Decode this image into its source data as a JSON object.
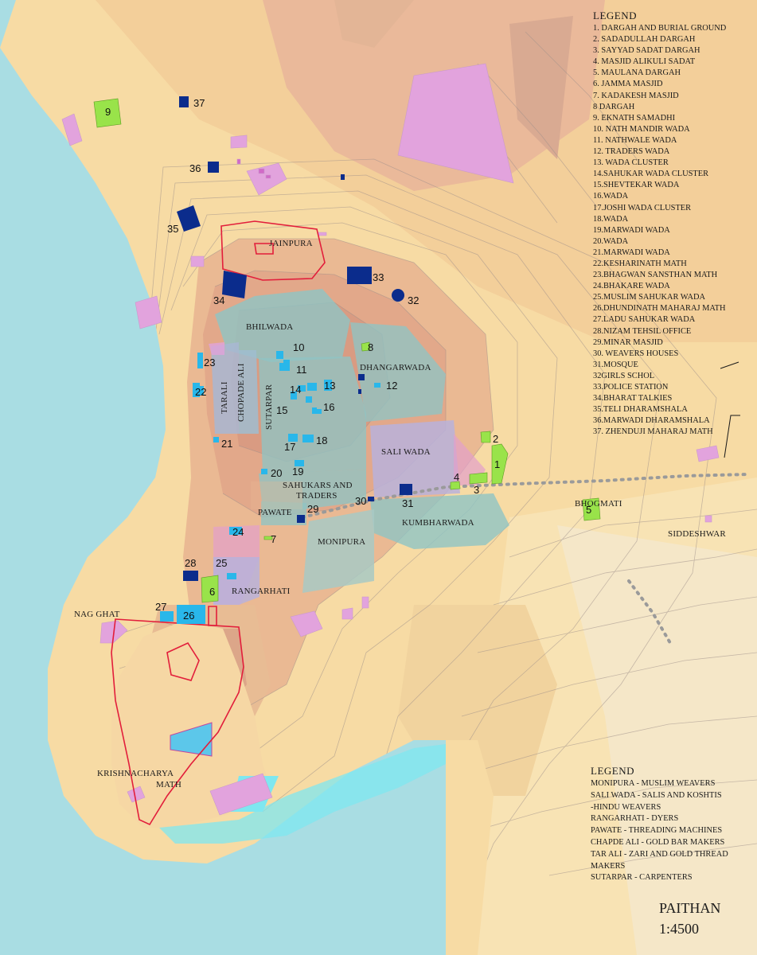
{
  "map_title": "PAITHAN",
  "scale": "1:4500",
  "legend_monuments": {
    "heading": "LEGEND",
    "items": [
      "1. DARGAH AND BURIAL GROUND",
      "2. SADADULLAH DARGAH",
      "3. SAYYAD SADAT DARGAH",
      "4. MASJID ALIKULI SADAT",
      "5. MAULANA DARGAH",
      "6. JAMMA MASJID",
      "7. KADAKESH MASJID",
      "8 DARGAH",
      "9. EKNATH SAMADHI",
      "10. NATH MANDIR WADA",
      "11. NATHWALE WADA",
      "12. TRADERS WADA",
      "13. WADA CLUSTER",
      "14.SAHUKAR WADA CLUSTER",
      "15.SHEVTEKAR WADA",
      "16.WADA",
      "17.JOSHI WADA CLUSTER",
      "18.WADA",
      "19.MARWADI WADA",
      "20.WADA",
      "21.MARWADI WADA",
      "22.KESHARINATH MATH",
      "23.BHAGWAN SANSTHAN MATH",
      "24.BHAKARE WADA",
      "25.MUSLIM SAHUKAR WADA",
      "26.DHUNDINATH MAHARAJ MATH",
      "27.LADU SAHUKAR WADA",
      "28.NIZAM TEHSIL OFFICE",
      "29.MINAR MASJID",
      "30. WEAVERS HOUSES",
      "31.MOSQUE",
      "32GIRLS SCHOL",
      "33.POLICE STATION",
      "34.BHARAT TALKIES",
      "35.TELI DHARAMSHALA",
      "36.MARWADI DHARAMSHALA",
      "37. ZHENDUJI MAHARAJ MATH"
    ]
  },
  "legend_crafts": {
    "heading": "LEGEND",
    "items": [
      "MONIPURA - MUSLIM WEAVERS",
      "SALI WADA - SALIS AND KOSHTIS",
      "-HINDU WEAVERS",
      "RANGARHATI - DYERS",
      "PAWATE - THREADING MACHINES",
      "CHAPDE ALI - GOLD BAR MAKERS",
      "TAR ALI - ZARI AND GOLD THREAD",
      "MAKERS",
      "SUTARPAR - CARPENTERS"
    ]
  },
  "place_labels": {
    "jainpura": "JAINPURA",
    "bhilwada": "BHILWADA",
    "dhangarwada": "DHANGARWADA",
    "tarali": "TARALI",
    "chopade_ali": "CHOPADE ALI",
    "sutarpar": "SUTARPAR",
    "sali_wada": "SALI WADA",
    "sahukars_1": "SAHUKARS AND",
    "sahukars_2": "TRADERS",
    "pawate": "PAWATE",
    "kumbharwada": "KUMBHARWADA",
    "monipura": "MONIPURA",
    "rangarhati": "RANGARHATI",
    "nag_ghat": "NAG GHAT",
    "krishnacharya_1": "KRISHNACHARYA",
    "krishnacharya_2": "MATH",
    "bhogmati": "BHOGMATI",
    "siddeshwar": "SIDDESHWAR"
  },
  "markers": {
    "n1": "1",
    "n2": "2",
    "n3": "3",
    "n4": "4",
    "n5": "5",
    "n6": "6",
    "n7": "7",
    "n8": "8",
    "n9": "9",
    "n10": "10",
    "n11": "11",
    "n12": "12",
    "n13": "13",
    "n14": "14",
    "n15": "15",
    "n16": "16",
    "n17": "17",
    "n18": "18",
    "n19": "19",
    "n20": "20",
    "n21": "21",
    "n22": "22",
    "n23": "23",
    "n24": "24",
    "n25": "25",
    "n26": "26",
    "n27": "27",
    "n28": "28",
    "n29": "29",
    "n30": "30",
    "n31": "31",
    "n32": "32",
    "n33": "33",
    "n34": "34",
    "n35": "35",
    "n36": "36",
    "n37": "37"
  },
  "colors": {
    "river": "#a9dde3",
    "land_light": "#f7dba4",
    "land_mid": "#f0c890",
    "hill": "#e3ad8e",
    "hill_core": "#d49a80",
    "district_teal": "#88c2c0",
    "district_lavender": "#b7b3d8",
    "pink_plot": "#e2a3dd",
    "muslim_marker": "#99e34a",
    "hindu_marker": "#29b7ea",
    "civic_marker": "#0b2c8c",
    "boundary_red": "#e21e3b"
  }
}
